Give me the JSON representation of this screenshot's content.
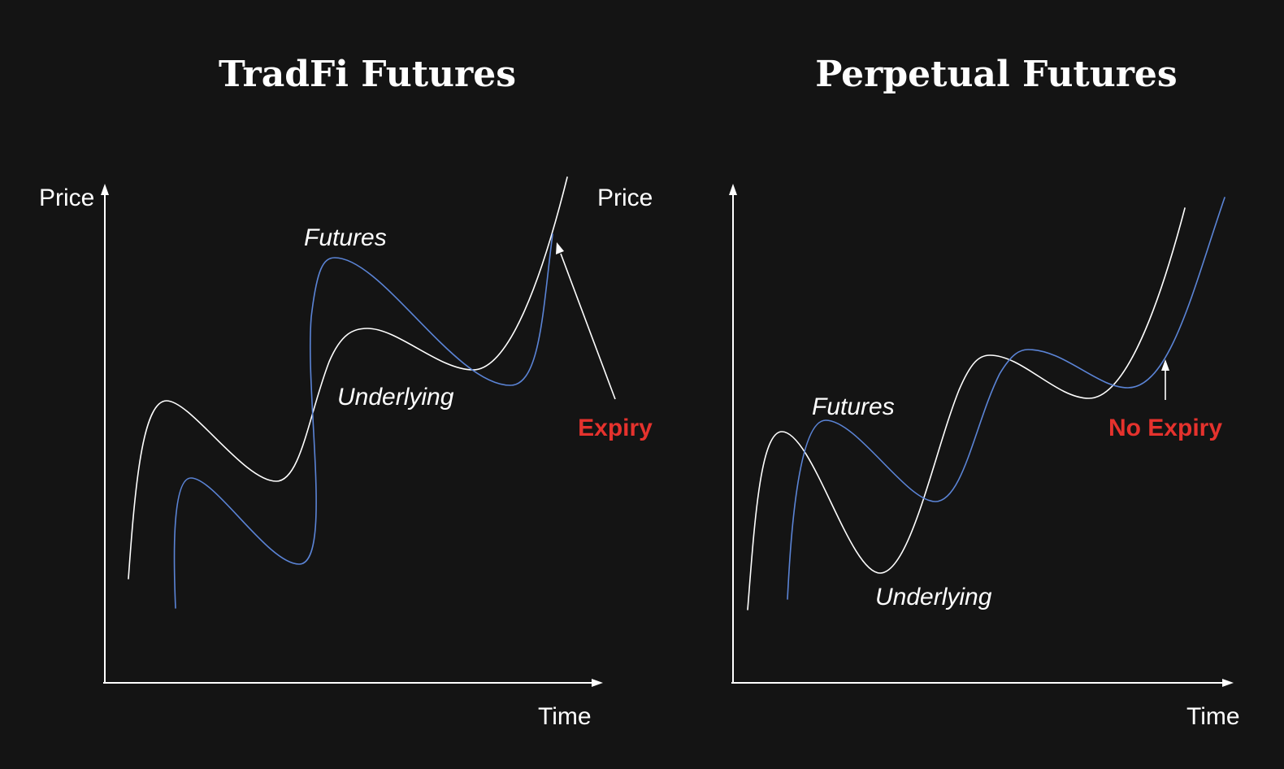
{
  "colors": {
    "background": "#141414",
    "underlying": "#ffffff",
    "futures": "#5b84d6",
    "note": "#e5322d",
    "text": "#ffffff"
  },
  "panels": [
    {
      "title": "TradFi Futures",
      "y_axis_label": "Price",
      "x_axis_label": "Time",
      "futures_label": "Futures",
      "underlying_label": "Underlying",
      "note": "Expiry"
    },
    {
      "title": "Perpetual Futures",
      "y_axis_label": "Price",
      "x_axis_label": "Time",
      "futures_label": "Futures",
      "underlying_label": "Underlying",
      "note": "No Expiry"
    }
  ]
}
